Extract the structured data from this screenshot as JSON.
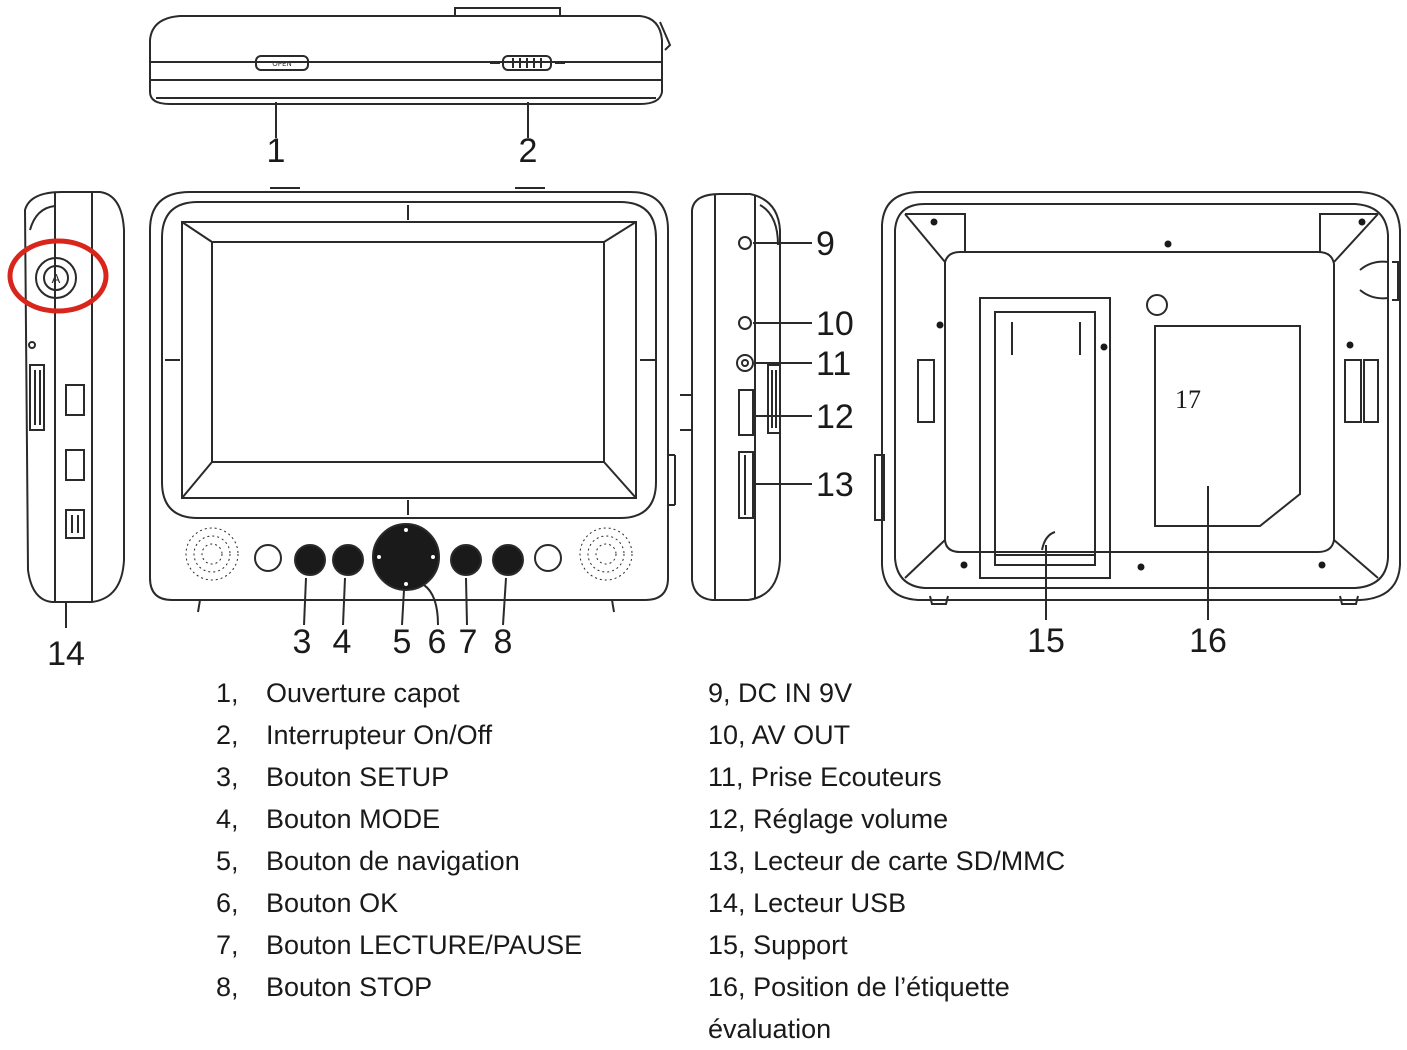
{
  "callouts": {
    "c1": "1",
    "c2": "2",
    "c3": "3",
    "c4": "4",
    "c5": "5",
    "c6": "6",
    "c7": "7",
    "c8": "8",
    "c9": "9",
    "c10": "10",
    "c11": "11",
    "c12": "12",
    "c13": "13",
    "c14": "14",
    "c15": "15",
    "c16": "16",
    "c17": "17"
  },
  "device_labels": {
    "open_latch": "OPEN",
    "side_button": "A"
  },
  "legend_left": [
    {
      "num": "1,",
      "text": "Ouverture capot"
    },
    {
      "num": "2,",
      "text": "Interrupteur On/Off"
    },
    {
      "num": "3,",
      "text": "Bouton SETUP"
    },
    {
      "num": "4,",
      "text": "Bouton MODE"
    },
    {
      "num": "5,",
      "text": "Bouton de navigation"
    },
    {
      "num": "6,",
      "text": "Bouton OK"
    },
    {
      "num": "7,",
      "text": "Bouton LECTURE/PAUSE"
    },
    {
      "num": "8,",
      "text": "Bouton STOP"
    }
  ],
  "legend_right": [
    {
      "num": "9,",
      "text": "DC IN 9V"
    },
    {
      "num": "10,",
      "text": "AV OUT"
    },
    {
      "num": "11,",
      "text": "Prise Ecouteurs"
    },
    {
      "num": "12,",
      "text": "Réglage volume"
    },
    {
      "num": "13,",
      "text": "Lecteur de carte SD/MMC"
    },
    {
      "num": "14,",
      "text": "Lecteur USB"
    },
    {
      "num": "15,",
      "text": "Support"
    },
    {
      "num": "16,",
      "text": "Position de l’étiquette"
    },
    {
      "num": "",
      "text": "évaluation"
    }
  ],
  "colors": {
    "line": "#2a2a2a",
    "highlight_circle": "#d9261c",
    "button_fill": "#1a1a1a"
  }
}
